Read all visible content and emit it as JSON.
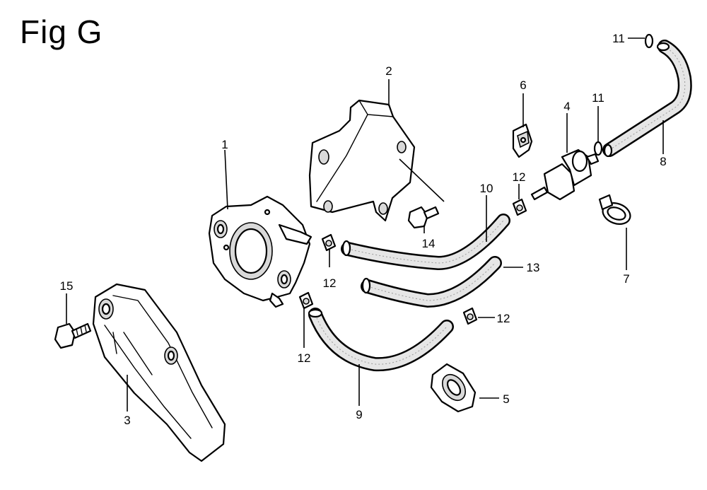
{
  "figure": {
    "title": "Fig G"
  },
  "callouts": [
    {
      "id": "c1",
      "label": "1"
    },
    {
      "id": "c2",
      "label": "2"
    },
    {
      "id": "c3",
      "label": "3"
    },
    {
      "id": "c4",
      "label": "4"
    },
    {
      "id": "c5",
      "label": "5"
    },
    {
      "id": "c6",
      "label": "6"
    },
    {
      "id": "c7",
      "label": "7"
    },
    {
      "id": "c8",
      "label": "8"
    },
    {
      "id": "c9",
      "label": "9"
    },
    {
      "id": "c10",
      "label": "10"
    },
    {
      "id": "c11a",
      "label": "11"
    },
    {
      "id": "c11b",
      "label": "11"
    },
    {
      "id": "c12a",
      "label": "12"
    },
    {
      "id": "c12b",
      "label": "12"
    },
    {
      "id": "c12c",
      "label": "12"
    },
    {
      "id": "c12d",
      "label": "12"
    },
    {
      "id": "c13",
      "label": "13"
    },
    {
      "id": "c14",
      "label": "14"
    },
    {
      "id": "c15",
      "label": "15"
    }
  ]
}
